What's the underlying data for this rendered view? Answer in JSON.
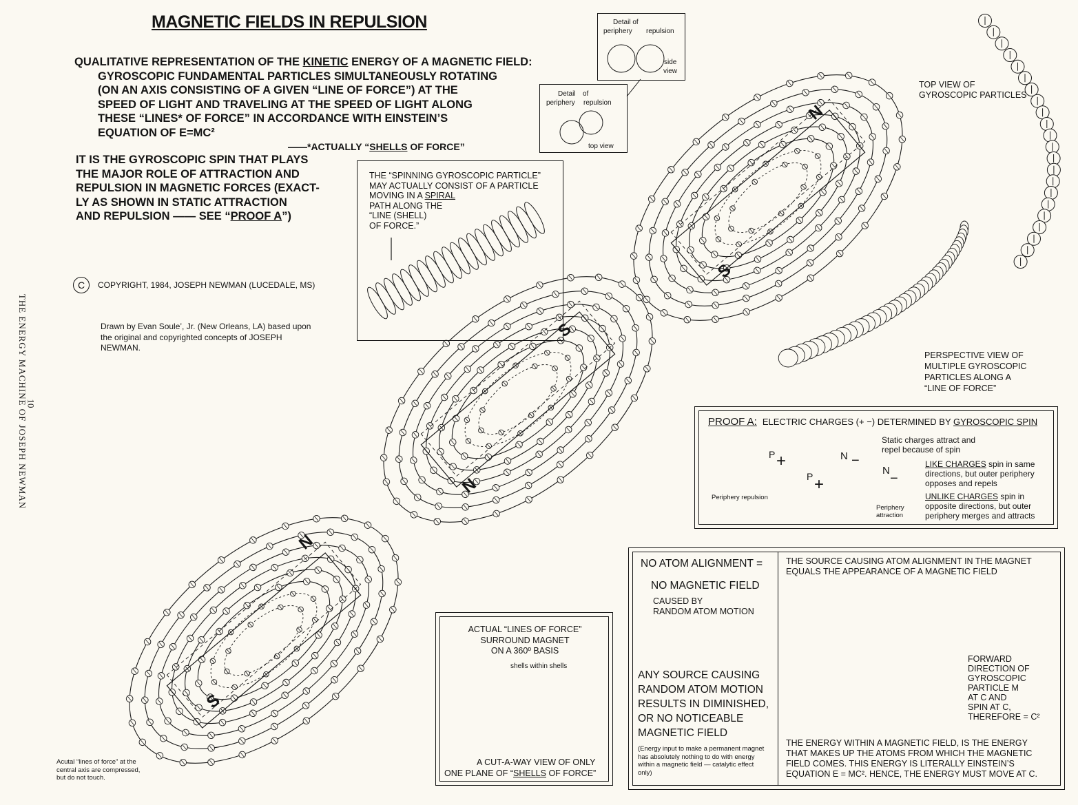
{
  "title": "MAGNETIC FIELDS IN REPULSION",
  "intro": {
    "line1_pre": "QUALITATIVE REPRESENTATION OF THE ",
    "line1_u": "KINETIC",
    "line1_post": " ENERGY OF A MAGNETIC FIELD:",
    "lines": [
      "GYROSCOPIC FUNDAMENTAL PARTICLES SIMULTANEOUSLY ROTATING",
      "(ON AN AXIS CONSISTING OF A GIVEN “LINE OF FORCE”) AT THE",
      "SPEED OF LIGHT AND TRAVELING AT THE SPEED OF LIGHT ALONG",
      "THESE “LINES* OF FORCE” IN ACCORDANCE WITH EINSTEIN’S",
      "EQUATION OF E=MC²"
    ],
    "footnote_pre": "——*ACTUALLY “",
    "footnote_u": "SHELLS",
    "footnote_post": " OF FORCE”"
  },
  "gyro": {
    "lines": [
      "IT IS THE GYROSCOPIC SPIN THAT PLAYS",
      "THE MAJOR ROLE OF ATTRACTION AND",
      "REPULSION IN MAGNETIC FORCES (EXACT-",
      "LY AS SHOWN IN STATIC ATTRACTION"
    ],
    "last_pre": "AND REPULSION —— SEE “",
    "last_u": "PROOF A",
    "last_post": "”)"
  },
  "copyright": {
    "symbol": "C",
    "text": "COPYRIGHT, 1984, JOSEPH NEWMAN (LUCEDALE, MS)"
  },
  "drawn_by": "Drawn by Evan Soule’, Jr. (New Orleans, LA) based upon the original and copyrighted concepts of JOSEPH NEWMAN.",
  "side_text": "THE ENERGY MACHINE OF JOSEPH NEWMAN",
  "page_number": "10",
  "spin_box": {
    "lines": [
      "THE “SPINNING GYROSCOPIC PARTICLE”",
      "MAY ACTUALLY CONSIST OF A PARTICLE"
    ],
    "line3_pre": "MOVING IN A ",
    "line3_u": "SPIRAL",
    "rest": [
      "PATH ALONG THE",
      "“LINE (SHELL)",
      "OF FORCE.”"
    ]
  },
  "detail_side": {
    "a": "Detail of",
    "b": "periphery",
    "c": "repulsion",
    "d": "side",
    "e": "view"
  },
  "detail_top": {
    "a": "Detail",
    "b": "of",
    "c": "periphery",
    "d": "repulsion",
    "e": "top view"
  },
  "top_view_label": [
    "TOP VIEW OF",
    "GYROSCOPIC PARTICLES"
  ],
  "perspective_label": [
    "PERSPECTIVE VIEW OF",
    "MULTIPLE GYROSCOPIC",
    "PARTICLES ALONG A",
    "“LINE OF FORCE”"
  ],
  "magnets": {
    "n": "N",
    "s": "S"
  },
  "proof": {
    "label": "PROOF A:",
    "header_pre": "ELECTRIC CHARGES (+  −) DETERMINED BY ",
    "header_u": "GYROSCOPIC SPIN",
    "static": [
      "Static charges attract and",
      "repel because of spin"
    ],
    "like_u": "LIKE CHARGES",
    "like": [
      " spin in same",
      "directions, but outer periphery",
      "opposes and repels"
    ],
    "unlike_u": "UNLIKE CHARGES",
    "unlike": [
      " spin in",
      "opposite directions, but outer",
      "periphery merges and attracts"
    ],
    "periphery_repulsion": "Periphery repulsion",
    "periphery_attraction": [
      "Periphery",
      "attraction"
    ],
    "p": "P",
    "n": "N",
    "plus": "+",
    "minus": "−"
  },
  "atom": {
    "left": {
      "a": "NO ATOM ALIGNMENT  =",
      "b": "NO MAGNETIC FIELD",
      "c": [
        "CAUSED BY",
        "RANDOM ATOM MOTION"
      ],
      "d": [
        "ANY SOURCE CAUSING",
        "RANDOM ATOM MOTION",
        "RESULTS IN DIMINISHED,",
        "OR NO NOTICEABLE",
        "MAGNETIC FIELD"
      ],
      "e": "(Energy input to make a permanent magnet has absolutely nothing to do with energy within a magnetic field — catalytic effect only)"
    },
    "right": {
      "top": [
        "THE SOURCE CAUSING ATOM ALIGNMENT IN THE MAGNET",
        "EQUALS THE APPEARANCE OF A MAGNETIC FIELD"
      ],
      "fwd": [
        "FORWARD",
        "DIRECTION OF",
        "GYROSCOPIC",
        "PARTICLE M",
        "AT C AND",
        "SPIN AT C,",
        "THEREFORE = C²"
      ],
      "bottom": [
        "THE ENERGY WITHIN A MAGNETIC FIELD, IS THE ENERGY",
        "THAT MAKES UP THE ATOMS FROM WHICH THE MAGNETIC",
        "FIELD COMES.  THIS  ENERGY  IS  LITERALLY  EINSTEIN’S",
        "EQUATION E = MC². HENCE, THE ENERGY MUST MOVE AT C."
      ]
    }
  },
  "lines_box": {
    "top": [
      "ACTUAL “LINES OF FORCE”",
      "SURROUND MAGNET",
      "ON A 360º BASIS"
    ],
    "shells": "shells within shells",
    "bottom1": "A CUT-A-WAY VIEW OF ONLY",
    "bottom2_pre": "ONE PLANE OF “",
    "bottom2_u": "SHELLS",
    "bottom2_post": " OF FORCE”"
  },
  "compressed_note": [
    "Acutal “lines of force” at the",
    "central axis are compressed,",
    "but do not touch."
  ]
}
